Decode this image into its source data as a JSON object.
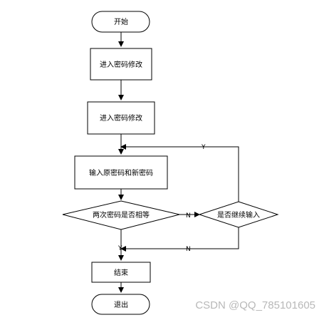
{
  "flowchart": {
    "start": "开始",
    "step1": "进入密码修改",
    "step2": "进入密码修改",
    "input": "输入原密码和新密码",
    "decision_same": "两次密码是否相等",
    "decision_continue": "是否继续输入",
    "end": "结束",
    "exit": "退出",
    "label_y_top": "Y",
    "label_n_right": "N",
    "label_y_bottom": "Y",
    "label_n_bottom": "N"
  },
  "watermark": "CSDN @QQ_785101605"
}
